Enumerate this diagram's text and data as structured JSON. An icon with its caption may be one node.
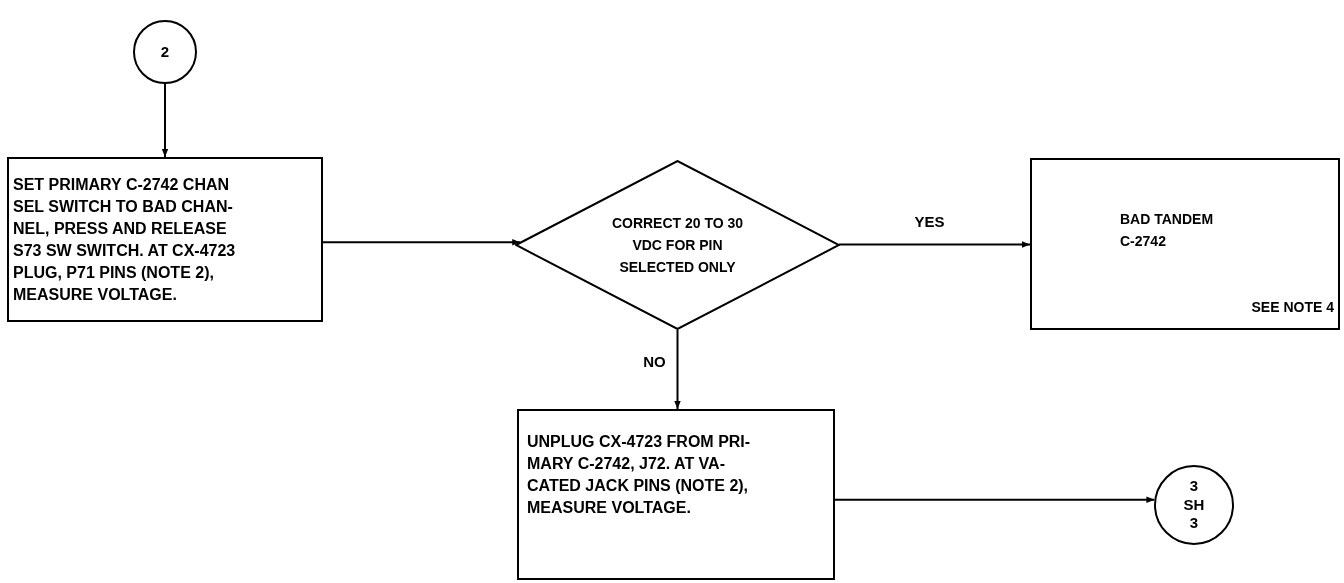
{
  "diagram": {
    "nodes": [
      {
        "text": [
          "2"
        ]
      },
      {
        "text": [
          "SET PRIMARY C-2742 CHAN SEL SWITCH TO BAD CHAN- NEL, PRESS AND RELEASE S73 SW SWITCH. AT CX-4723 PLUG, P71 PINS (NOTE 2), MEASURE VOLTAGE."
        ]
      },
      {
        "text": [
          "CORRECT 20 TO 30 VDC FOR PIN SELECTED ONLY"
        ]
      },
      {
        "text": [
          "BAD TANDEM C-2742",
          "SEE NOTE 4"
        ]
      },
      {
        "text": [
          "UNPLUG CX-4723 FROM PRI- MARY C-2742, J72. AT VA- CATED JACK PINS (NOTE 2), MEASURE VOLTAGE."
        ]
      },
      {
        "text": [
          "3 SH 3"
        ]
      }
    ],
    "edges": [
      {
        "from": 0,
        "to": 1,
        "arrow": "to"
      },
      {
        "from": 1,
        "to": 2,
        "arrow": "to"
      },
      {
        "from": 2,
        "to": 3,
        "arrow": "to",
        "label": "YES"
      },
      {
        "from": 2,
        "to": 4,
        "arrow": "to",
        "label": "NO"
      },
      {
        "from": 4,
        "to": 5,
        "arrow": "to"
      }
    ]
  }
}
